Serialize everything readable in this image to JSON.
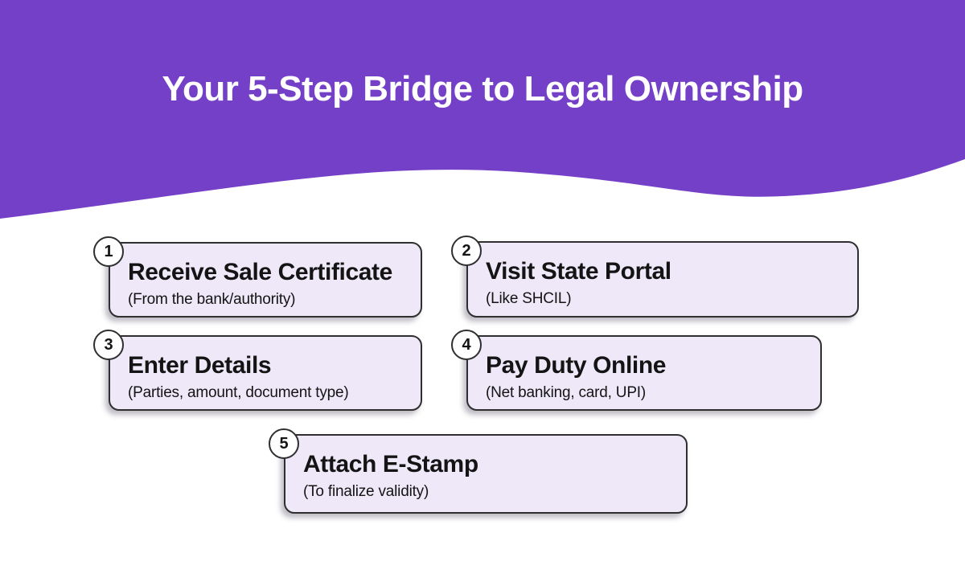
{
  "header": {
    "title": "Your 5-Step Bridge to Legal Ownership"
  },
  "steps": [
    {
      "number": "1",
      "title": "Receive Sale Certificate",
      "subtitle": "(From the bank/authority)"
    },
    {
      "number": "2",
      "title": "Visit State Portal",
      "subtitle": "(Like SHCIL)"
    },
    {
      "number": "3",
      "title": "Enter Details",
      "subtitle": "(Parties, amount, document type)"
    },
    {
      "number": "4",
      "title": "Pay Duty Online",
      "subtitle": "(Net banking, card, UPI)"
    },
    {
      "number": "5",
      "title": "Attach E-Stamp",
      "subtitle": "(To finalize validity)"
    }
  ],
  "colors": {
    "accent": "#7540c8",
    "card_bg": "#eee8f9",
    "card_border": "#2f2f2f",
    "badge_bg": "#ffffff",
    "text": "#141414",
    "header_text": "#ffffff",
    "page_bg": "#ffffff"
  }
}
